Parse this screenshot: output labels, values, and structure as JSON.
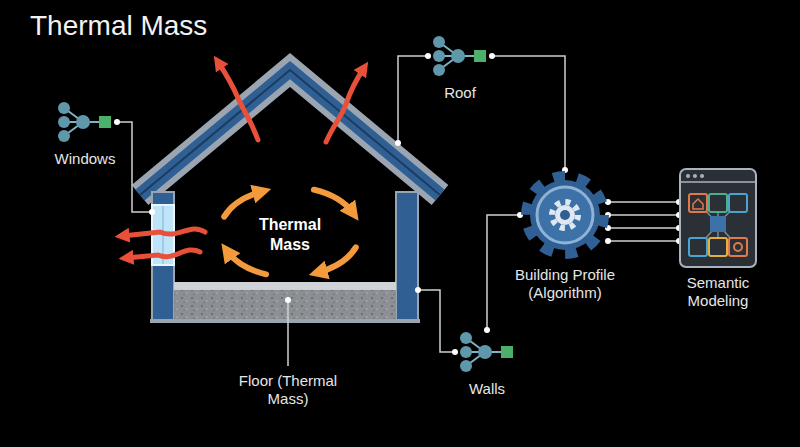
{
  "diagram": {
    "title": "Thermal Mass",
    "nodes": [
      {
        "text": [
          "Windows"
        ]
      },
      {
        "text": [
          "Thermal Mass"
        ]
      },
      {
        "text": [
          "Roof"
        ]
      },
      {
        "text": [
          "Building Profile (Algorithm)"
        ]
      },
      {
        "text": [
          "Semantic Modeling"
        ]
      },
      {
        "text": [
          "Walls"
        ]
      }
    ],
    "edges": [
      {
        "from": 0,
        "to": 1,
        "arrow": "none"
      },
      {
        "from": 2,
        "to": 1,
        "arrow": "none"
      },
      {
        "from": 2,
        "to": 3,
        "arrow": "none"
      },
      {
        "from": 5,
        "to": 1,
        "arrow": "none"
      },
      {
        "from": 5,
        "to": 3,
        "arrow": "none"
      },
      {
        "from": 3,
        "to": 4,
        "arrow": "none"
      },
      {
        "from": 3,
        "to": 4,
        "arrow": "none"
      },
      {
        "from": 3,
        "to": 4,
        "arrow": "none"
      },
      {
        "from": 3,
        "to": 4,
        "arrow": "none"
      }
    ],
    "labels": [
      "Floor (Thermal Mass)"
    ]
  }
}
